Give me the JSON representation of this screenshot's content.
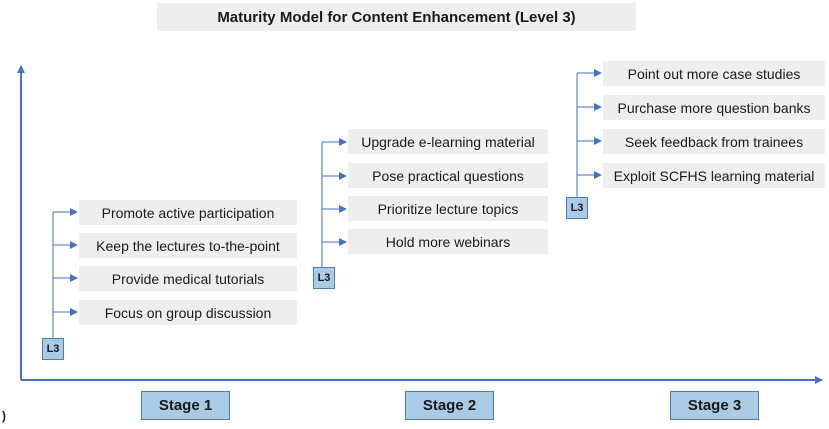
{
  "title": "Maturity Model for Content Enhancement (Level 3)",
  "level_label": "L3",
  "stages": [
    {
      "label": "Stage 1",
      "items": [
        "Promote active participation",
        "Keep the lectures to-the-point",
        "Provide medical tutorials",
        "Focus on group discussion"
      ]
    },
    {
      "label": "Stage 2",
      "items": [
        "Upgrade e-learning material",
        "Pose practical questions",
        "Prioritize lecture topics",
        "Hold more webinars"
      ]
    },
    {
      "label": "Stage 3",
      "items": [
        "Point out more case studies",
        "Purchase more question banks",
        "Seek feedback from trainees",
        "Exploit SCFHS learning material"
      ]
    }
  ],
  "edge_mark": ")",
  "colors": {
    "axis": "#4472c4",
    "box_fill": "#a9cbe6",
    "item_fill": "#eeeeee"
  }
}
